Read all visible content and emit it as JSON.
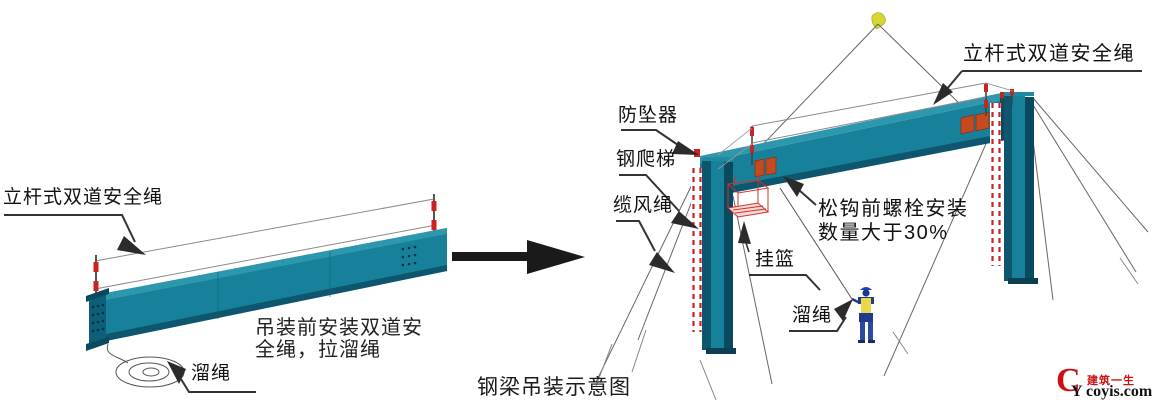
{
  "left": {
    "pole_rope_label": "立杆式双道安全绳",
    "note_line1": "吊装前安装双道安",
    "note_line2": "全绳，拉溜绳",
    "drag_rope_label": "溜绳"
  },
  "right": {
    "pole_rope_label": "立杆式双道安全绳",
    "fall_arrester_label": "防坠器",
    "ladder_label": "钢爬梯",
    "guy_rope_label": "缆风绳",
    "basket_label": "挂篮",
    "drag_rope_label": "溜绳",
    "bolt_note_line1": "松钩前螺栓安装",
    "bolt_note_line2": "数量大于30%"
  },
  "footer": {
    "caption": "钢梁吊装示意图"
  },
  "logo": {
    "mark_c": "C",
    "mark_y": "Y",
    "brand": "建筑一生",
    "site": "coyis.com"
  },
  "colors": {
    "steel_teal": "#17809a",
    "steel_light": "#2d97ae",
    "steel_dark": "#0d566e",
    "splice_orange": "#c64a1f",
    "band_red": "#cc2222",
    "hook_yellow": "#d6d832",
    "rope_gray": "#666666",
    "ink_black": "#1a1a1a",
    "brand_red": "#cc1111"
  }
}
